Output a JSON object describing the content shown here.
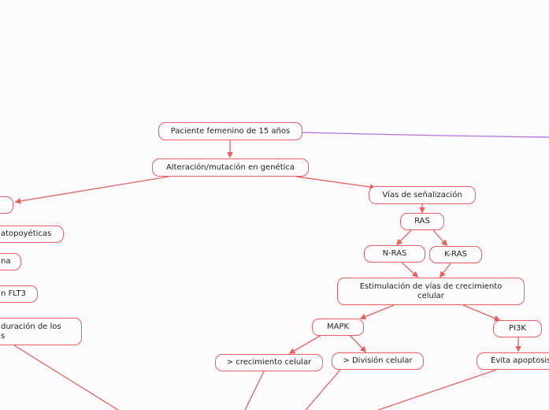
{
  "colors": {
    "node_border": "#e8605e",
    "link": "#e8605e",
    "purple_link": "#b36ee0",
    "background": "#fdfbfd"
  },
  "nodes": {
    "root": "Paciente femenino de 15 años",
    "alteracion": "Alteración/mutación en genética",
    "vias": "Vías de señalización",
    "ras": "RAS",
    "nras": "N-RAS",
    "kras": "K-RAS",
    "estimulacion": "Estimulación de vías de crecimiento celular",
    "mapk": "MAPK",
    "pi3k": "PI3K",
    "crecimiento": "> crecimiento celular",
    "division": "> División celular",
    "apoptosis": "Evita apoptosis",
    "left_hematopoyeticas": "atopoyéticas",
    "left_na": "na",
    "left_flt3": "n FLT3",
    "left_maduracion": "duración de los s"
  }
}
